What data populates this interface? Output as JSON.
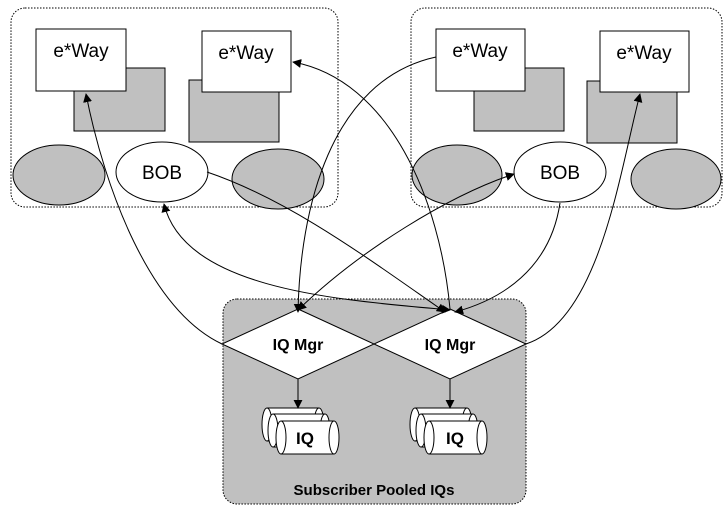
{
  "boxes": {
    "left": {
      "eway_a": "e*Way",
      "eway_b": "e*Way",
      "bob": "BOB"
    },
    "right": {
      "eway_a": "e*Way",
      "eway_b": "e*Way",
      "bob": "BOB"
    }
  },
  "pool": {
    "label": "Subscriber Pooled IQs",
    "manager_left": "IQ Mgr",
    "manager_right": "IQ Mgr",
    "queue_left": "IQ",
    "queue_right": "IQ"
  },
  "colors": {
    "shape_fill": "#c0c0c0",
    "pool_fill": "#c0c0c0",
    "node_fill": "#ffffff",
    "stroke": "#000000"
  }
}
